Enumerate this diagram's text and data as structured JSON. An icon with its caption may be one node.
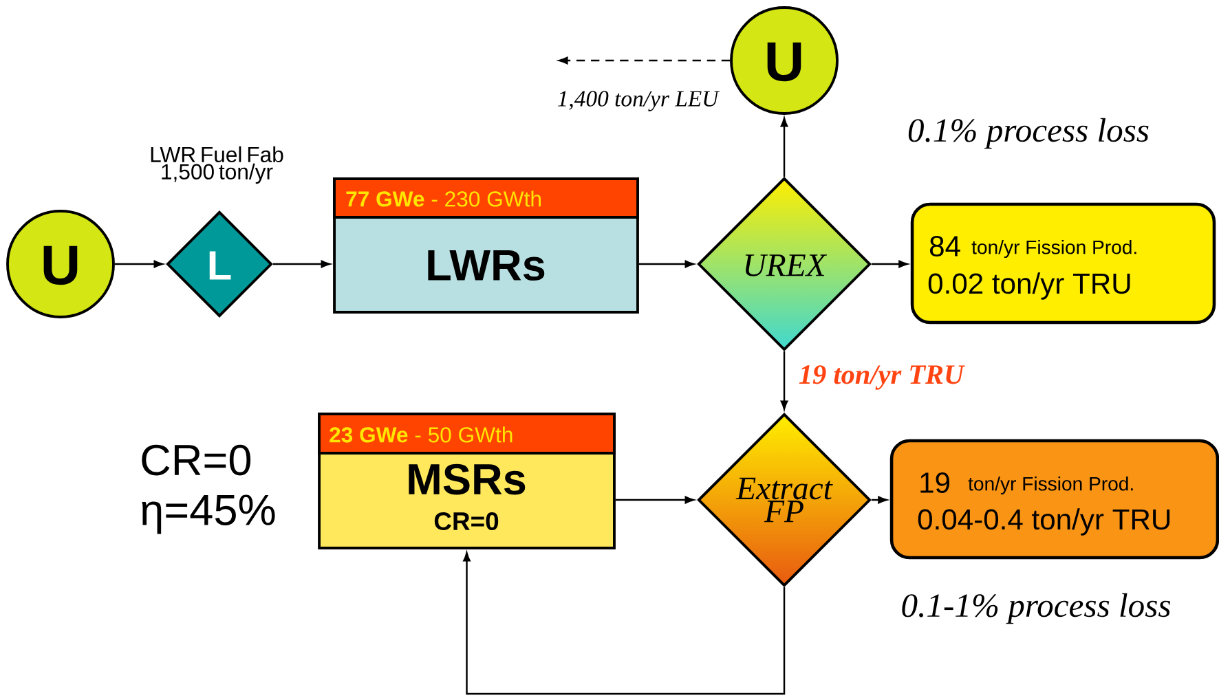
{
  "diagram": {
    "nodes": [
      {
        "text": [
          "U"
        ]
      },
      {
        "text": [
          "L"
        ],
        "beside": [
          "LWR Fuel Fab 1,500 ton/yr"
        ]
      },
      {
        "text": [
          "**77 GWe** - 230 GWth",
          "LWRs"
        ]
      },
      {
        "text": [
          "UREX"
        ]
      },
      {
        "text": [
          "U"
        ]
      },
      {
        "text": [
          "84",
          "ton/yr Fission Prod.",
          "0.02 ton/yr TRU"
        ]
      },
      {
        "text": [
          "**23 GWe** - 50 GWth",
          "MSRs",
          "CR=0"
        ]
      },
      {
        "text": [
          "Extract FP"
        ]
      },
      {
        "text": [
          "19",
          "ton/yr Fission Prod.",
          "0.04-0.4 ton/yr TRU"
        ]
      }
    ],
    "edges": [
      {
        "from": 0,
        "to": 1,
        "arrow": "to"
      },
      {
        "from": 1,
        "to": 2,
        "arrow": "to"
      },
      {
        "from": 2,
        "to": 3,
        "arrow": "to"
      },
      {
        "from": 3,
        "to": 4,
        "arrow": "to"
      },
      {
        "from": 3,
        "to": 5,
        "arrow": "to"
      },
      {
        "from": 3,
        "to": 7,
        "arrow": "to",
        "label": "19 ton/yr TRU"
      },
      {
        "from": 4,
        "to": null,
        "arrow": "to",
        "style": "dashed",
        "label": "1,400 ton/yr LEU"
      },
      {
        "from": 6,
        "to": 7,
        "arrow": "to"
      },
      {
        "from": 7,
        "to": 8,
        "arrow": "to"
      },
      {
        "from": 7,
        "to": 6,
        "arrow": "to"
      }
    ],
    "labels": [
      "0.1% process loss",
      "CR=0",
      "η=45%",
      "0.1-1% process loss"
    ]
  }
}
